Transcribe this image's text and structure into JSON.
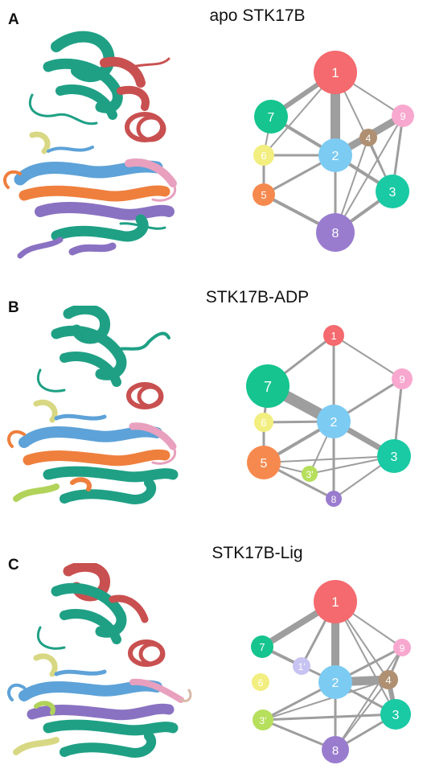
{
  "colors": {
    "n1": "#f46a6e",
    "n2": "#7ccbf3",
    "n3": "#19caa4",
    "n3p": "#b6df5c",
    "n4": "#b09072",
    "n5": "#f6894e",
    "n6": "#f2ee7f",
    "n7": "#15c48e",
    "n8": "#9a7ccf",
    "n9": "#f8a8cf",
    "n1p": "#c7c3f2",
    "edge": "#9e9e9e",
    "teal": "#1fa085",
    "blue": "#5da2d8",
    "orange": "#ef7f3d",
    "purple": "#8a72c2",
    "pink": "#e8a0be",
    "red": "#c95050",
    "yellow": "#d8d884",
    "lime": "#b1d35a"
  },
  "panels": [
    {
      "letter": "A",
      "title": "apo STK17B",
      "nodes": [
        {
          "id": "1",
          "label": "1",
          "color": "n1"
        },
        {
          "id": "7",
          "label": "7",
          "color": "n7"
        },
        {
          "id": "9",
          "label": "9",
          "color": "n9"
        },
        {
          "id": "6",
          "label": "6",
          "color": "n6"
        },
        {
          "id": "2",
          "label": "2",
          "color": "n2"
        },
        {
          "id": "4",
          "label": "4",
          "color": "n4"
        },
        {
          "id": "5",
          "label": "5",
          "color": "n5"
        },
        {
          "id": "3",
          "label": "3",
          "color": "n3"
        },
        {
          "id": "8",
          "label": "8",
          "color": "n8"
        }
      ]
    },
    {
      "letter": "B",
      "title": "STK17B-ADP",
      "nodes": [
        {
          "id": "1",
          "label": "1",
          "color": "n1"
        },
        {
          "id": "7",
          "label": "7",
          "color": "n7"
        },
        {
          "id": "9",
          "label": "9",
          "color": "n9"
        },
        {
          "id": "6",
          "label": "6",
          "color": "n6"
        },
        {
          "id": "2",
          "label": "2",
          "color": "n2"
        },
        {
          "id": "5",
          "label": "5",
          "color": "n5"
        },
        {
          "id": "3p",
          "label": "3'",
          "color": "n3p"
        },
        {
          "id": "3",
          "label": "3",
          "color": "n3"
        },
        {
          "id": "8",
          "label": "8",
          "color": "n8"
        }
      ]
    },
    {
      "letter": "C",
      "title": "STK17B-Lig",
      "nodes": [
        {
          "id": "1",
          "label": "1",
          "color": "n1"
        },
        {
          "id": "7",
          "label": "7",
          "color": "n7"
        },
        {
          "id": "1p",
          "label": "1'",
          "color": "n1p"
        },
        {
          "id": "9",
          "label": "9",
          "color": "n9"
        },
        {
          "id": "6",
          "label": "6",
          "color": "n6"
        },
        {
          "id": "2",
          "label": "2",
          "color": "n2"
        },
        {
          "id": "4",
          "label": "4",
          "color": "n4"
        },
        {
          "id": "3p",
          "label": "3'",
          "color": "n3p"
        },
        {
          "id": "3",
          "label": "3",
          "color": "n3"
        },
        {
          "id": "8",
          "label": "8",
          "color": "n8"
        }
      ]
    }
  ]
}
